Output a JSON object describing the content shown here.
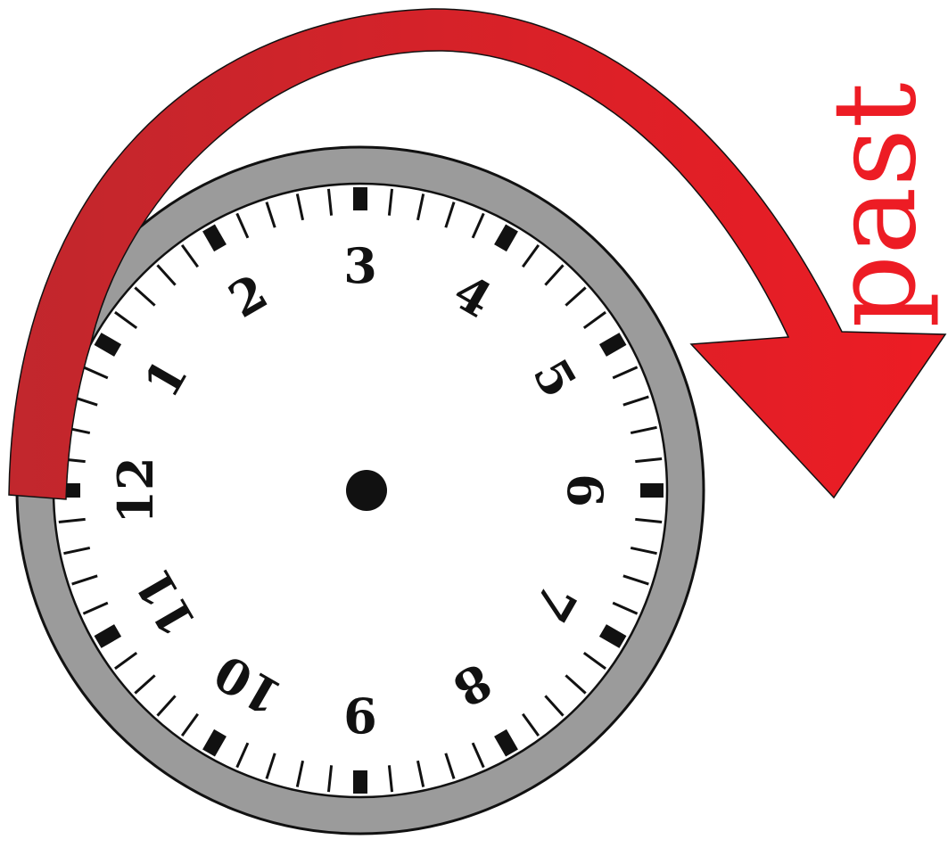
{
  "diagram": {
    "label": "past",
    "colors": {
      "arrow_light": "#ED1C24",
      "arrow_dark": "#C1272D",
      "bezel": "#9B9B9B",
      "face": "#FFFFFF",
      "ink": "#111111",
      "label": "#ED1C24"
    }
  },
  "clock": {
    "numerals": [
      "12",
      "1",
      "2",
      "3",
      "4",
      "5",
      "6",
      "7",
      "8",
      "9",
      "10",
      "11"
    ]
  }
}
